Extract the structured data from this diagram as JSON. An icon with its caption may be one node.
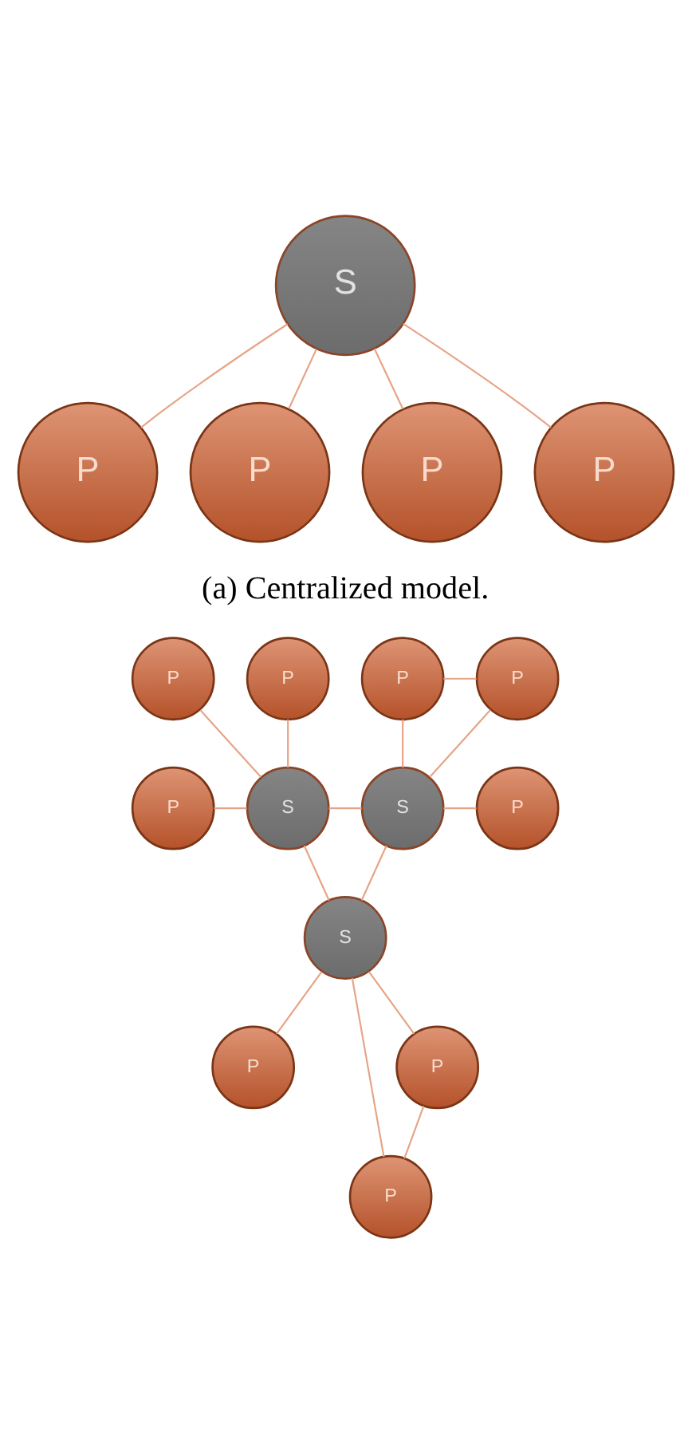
{
  "diagram": {
    "nodes": [
      {
        "text": [
          "S"
        ]
      },
      {
        "text": [
          "P"
        ]
      },
      {
        "text": [
          "P"
        ]
      },
      {
        "text": [
          "P"
        ]
      },
      {
        "text": [
          "P"
        ]
      },
      {
        "text": [
          "P"
        ]
      },
      {
        "text": [
          "P"
        ]
      },
      {
        "text": [
          "P"
        ]
      },
      {
        "text": [
          "P"
        ]
      },
      {
        "text": [
          "P"
        ]
      },
      {
        "text": [
          "S"
        ]
      },
      {
        "text": [
          "S"
        ]
      },
      {
        "text": [
          "P"
        ]
      },
      {
        "text": [
          "S"
        ]
      },
      {
        "text": [
          "P"
        ]
      },
      {
        "text": [
          "P"
        ]
      },
      {
        "text": [
          "P"
        ]
      }
    ],
    "edges": [
      {
        "from": 0,
        "to": 1,
        "arrow": "none"
      },
      {
        "from": 0,
        "to": 3,
        "arrow": "none"
      },
      {
        "from": 0,
        "to": 4,
        "arrow": "none"
      },
      {
        "from": 0,
        "to": 2,
        "arrow": "none"
      },
      {
        "from": 5,
        "to": 10,
        "arrow": "none"
      },
      {
        "from": 6,
        "to": 10,
        "arrow": "none"
      },
      {
        "from": 7,
        "to": 8,
        "arrow": "none"
      },
      {
        "from": 7,
        "to": 11,
        "arrow": "none"
      },
      {
        "from": 8,
        "to": 11,
        "arrow": "none"
      },
      {
        "from": 9,
        "to": 10,
        "arrow": "none"
      },
      {
        "from": 10,
        "to": 11,
        "arrow": "none"
      },
      {
        "from": 11,
        "to": 12,
        "arrow": "none"
      },
      {
        "from": 10,
        "to": 13,
        "arrow": "none"
      },
      {
        "from": 11,
        "to": 13,
        "arrow": "none"
      },
      {
        "from": 13,
        "to": 14,
        "arrow": "none"
      },
      {
        "from": 13,
        "to": 16,
        "arrow": "none"
      },
      {
        "from": 13,
        "to": 15,
        "arrow": "none"
      },
      {
        "from": 15,
        "to": 16,
        "arrow": "none"
      }
    ],
    "labels": [
      "(a) Centralized model."
    ]
  }
}
